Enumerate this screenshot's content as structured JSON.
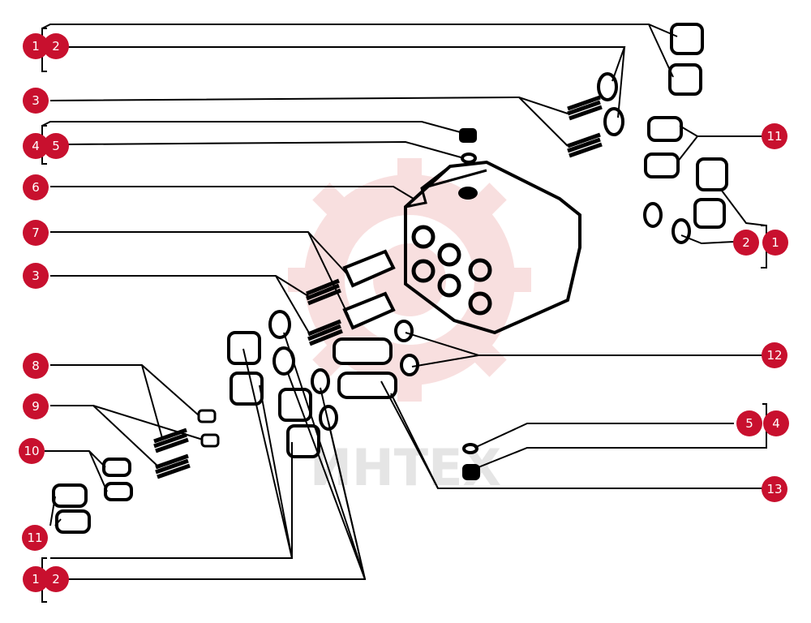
{
  "callouts": [
    {
      "id": "c1a",
      "label": "1"
    },
    {
      "id": "c2a",
      "label": "2"
    },
    {
      "id": "c3a",
      "label": "3"
    },
    {
      "id": "c4a",
      "label": "4"
    },
    {
      "id": "c5a",
      "label": "5"
    },
    {
      "id": "c6",
      "label": "6"
    },
    {
      "id": "c7",
      "label": "7"
    },
    {
      "id": "c3b",
      "label": "3"
    },
    {
      "id": "c8",
      "label": "8"
    },
    {
      "id": "c9",
      "label": "9"
    },
    {
      "id": "c10",
      "label": "10"
    },
    {
      "id": "c11a",
      "label": "11"
    },
    {
      "id": "c1b",
      "label": "1"
    },
    {
      "id": "c2b",
      "label": "2"
    },
    {
      "id": "c11b",
      "label": "11"
    },
    {
      "id": "c2c",
      "label": "2"
    },
    {
      "id": "c1c",
      "label": "1"
    },
    {
      "id": "c12",
      "label": "12"
    },
    {
      "id": "c5b",
      "label": "5"
    },
    {
      "id": "c4b",
      "label": "4"
    },
    {
      "id": "c13",
      "label": "13"
    }
  ],
  "colors": {
    "callout_fill": "#c8102e",
    "line": "#000000",
    "watermark": "#e8b0b0"
  },
  "watermark": {
    "text": "ИНТЕХ"
  }
}
